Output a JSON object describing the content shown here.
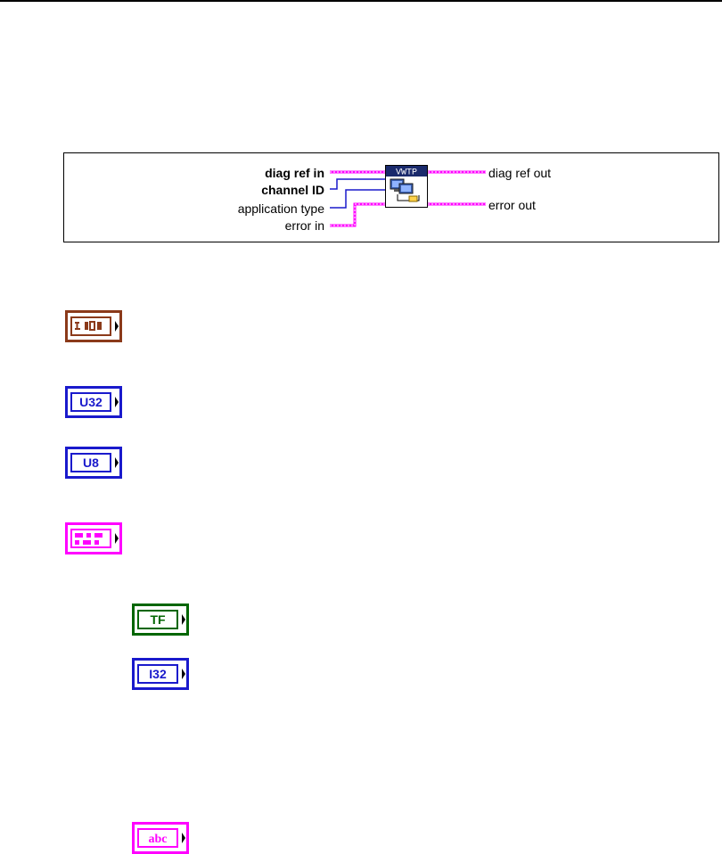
{
  "connector_pane": {
    "vi_banner": "VWTP",
    "inputs": {
      "diag_ref_in": "diag ref in",
      "channel_id": "channel ID",
      "application_type": "application type",
      "error_in": "error in"
    },
    "outputs": {
      "diag_ref_out": "diag ref out",
      "error_out": "error out"
    }
  },
  "terminals": [
    {
      "name": "diag-ref-in-terminal",
      "text": "",
      "border_color": "#8b3a1a",
      "icon": "cluster-refnum-icon"
    },
    {
      "name": "channel-id-terminal",
      "text": "U32",
      "border_color": "#1a1acc",
      "icon": "u32-icon"
    },
    {
      "name": "application-type-terminal",
      "text": "U8",
      "border_color": "#1a1acc",
      "icon": "u8-icon"
    },
    {
      "name": "error-in-terminal",
      "text": "",
      "border_color": "#ff00ff",
      "icon": "error-cluster-icon"
    },
    {
      "name": "status-terminal",
      "text": "TF",
      "border_color": "#006600",
      "icon": "boolean-icon"
    },
    {
      "name": "code-terminal",
      "text": "I32",
      "border_color": "#1a1acc",
      "icon": "i32-icon"
    },
    {
      "name": "source-terminal",
      "text": "abc",
      "border_color": "#ff00ff",
      "icon": "string-icon"
    }
  ],
  "colors": {
    "refnum_wire": "#ff00ff",
    "numeric_wire": "#1a1acc",
    "vi_banner_bg": "#1a2a6c"
  }
}
